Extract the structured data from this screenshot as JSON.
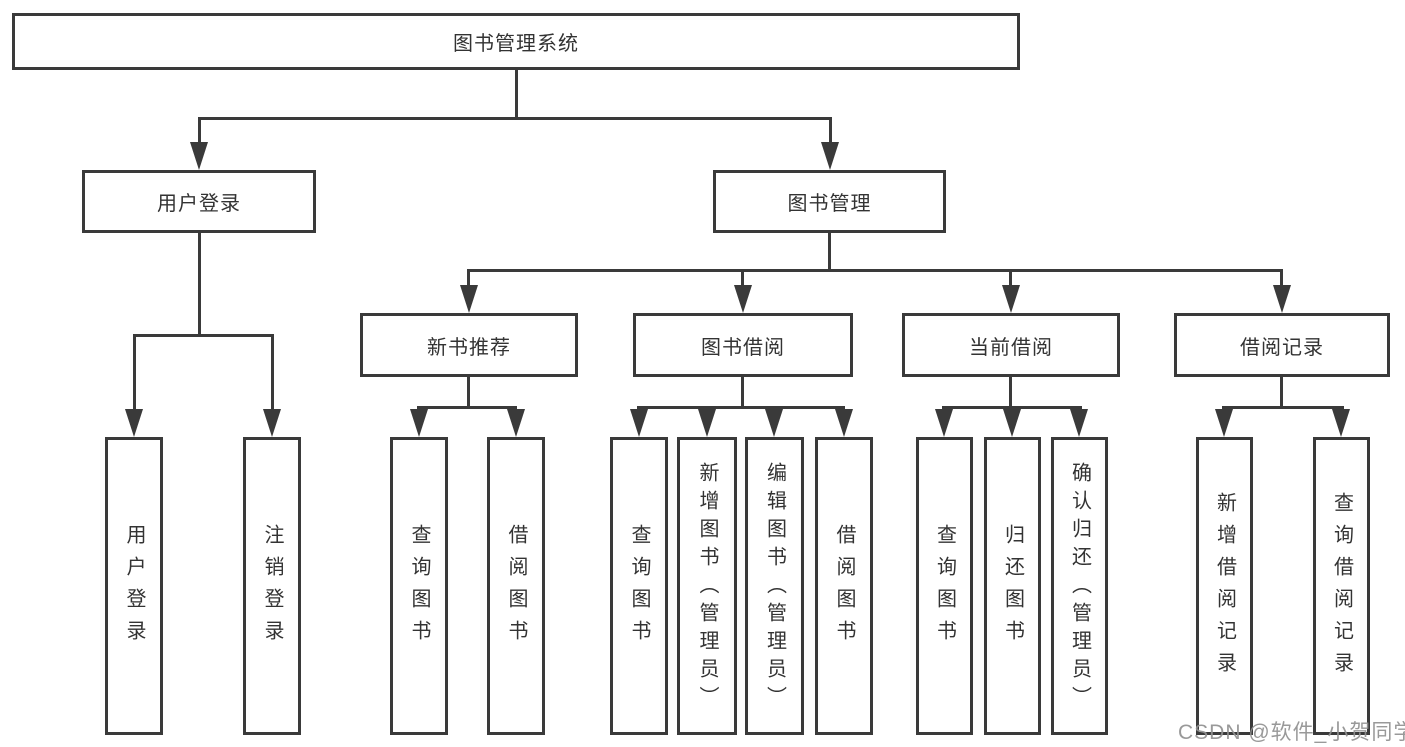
{
  "diagram": {
    "title": "图书管理系统",
    "nodes": {
      "root": "图书管理系统",
      "user_login": "用户登录",
      "book_mgmt": "图书管理",
      "new_books": "新书推荐",
      "borrow": "图书借阅",
      "current": "当前借阅",
      "records": "借阅记录"
    },
    "leaves": {
      "user_login": [
        "用户登录",
        "注销登录"
      ],
      "new_books": [
        "查询图书",
        "借阅图书"
      ],
      "borrow": [
        "查询图书",
        "新增图书（管理员）",
        "编辑图书（管理员）",
        "借阅图书"
      ],
      "current": [
        "查询图书",
        "归还图书",
        "确认归还（管理员）"
      ],
      "records": [
        "新增借阅记录",
        "查询借阅记录"
      ]
    },
    "colors": {
      "line": "#3a3a3a",
      "border": "#3a3a3a",
      "text": "#333333",
      "background": "#ffffff",
      "watermark": "#919191"
    },
    "watermark": "CSDN @软件_小贺同学"
  }
}
